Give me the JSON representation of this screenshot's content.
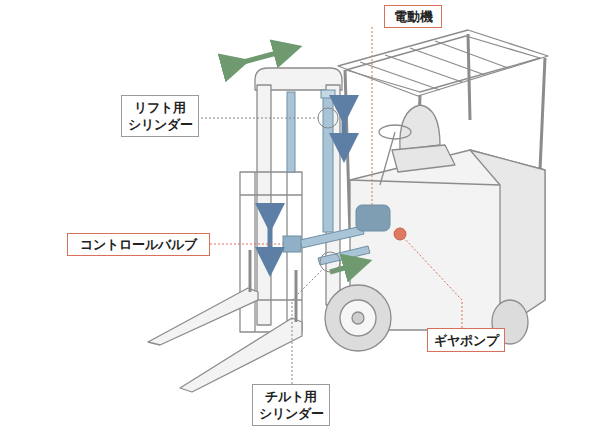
{
  "diagram": {
    "nodes": [
      {
        "text": [
          "電動機"
        ]
      },
      {
        "text": [
          "リフト用 シリンダー"
        ]
      },
      {
        "text": [
          "コントロールバルブ"
        ]
      },
      {
        "text": [
          "ギヤポンプ"
        ]
      },
      {
        "text": [
          "チルト用 シリンダー"
        ]
      }
    ]
  }
}
